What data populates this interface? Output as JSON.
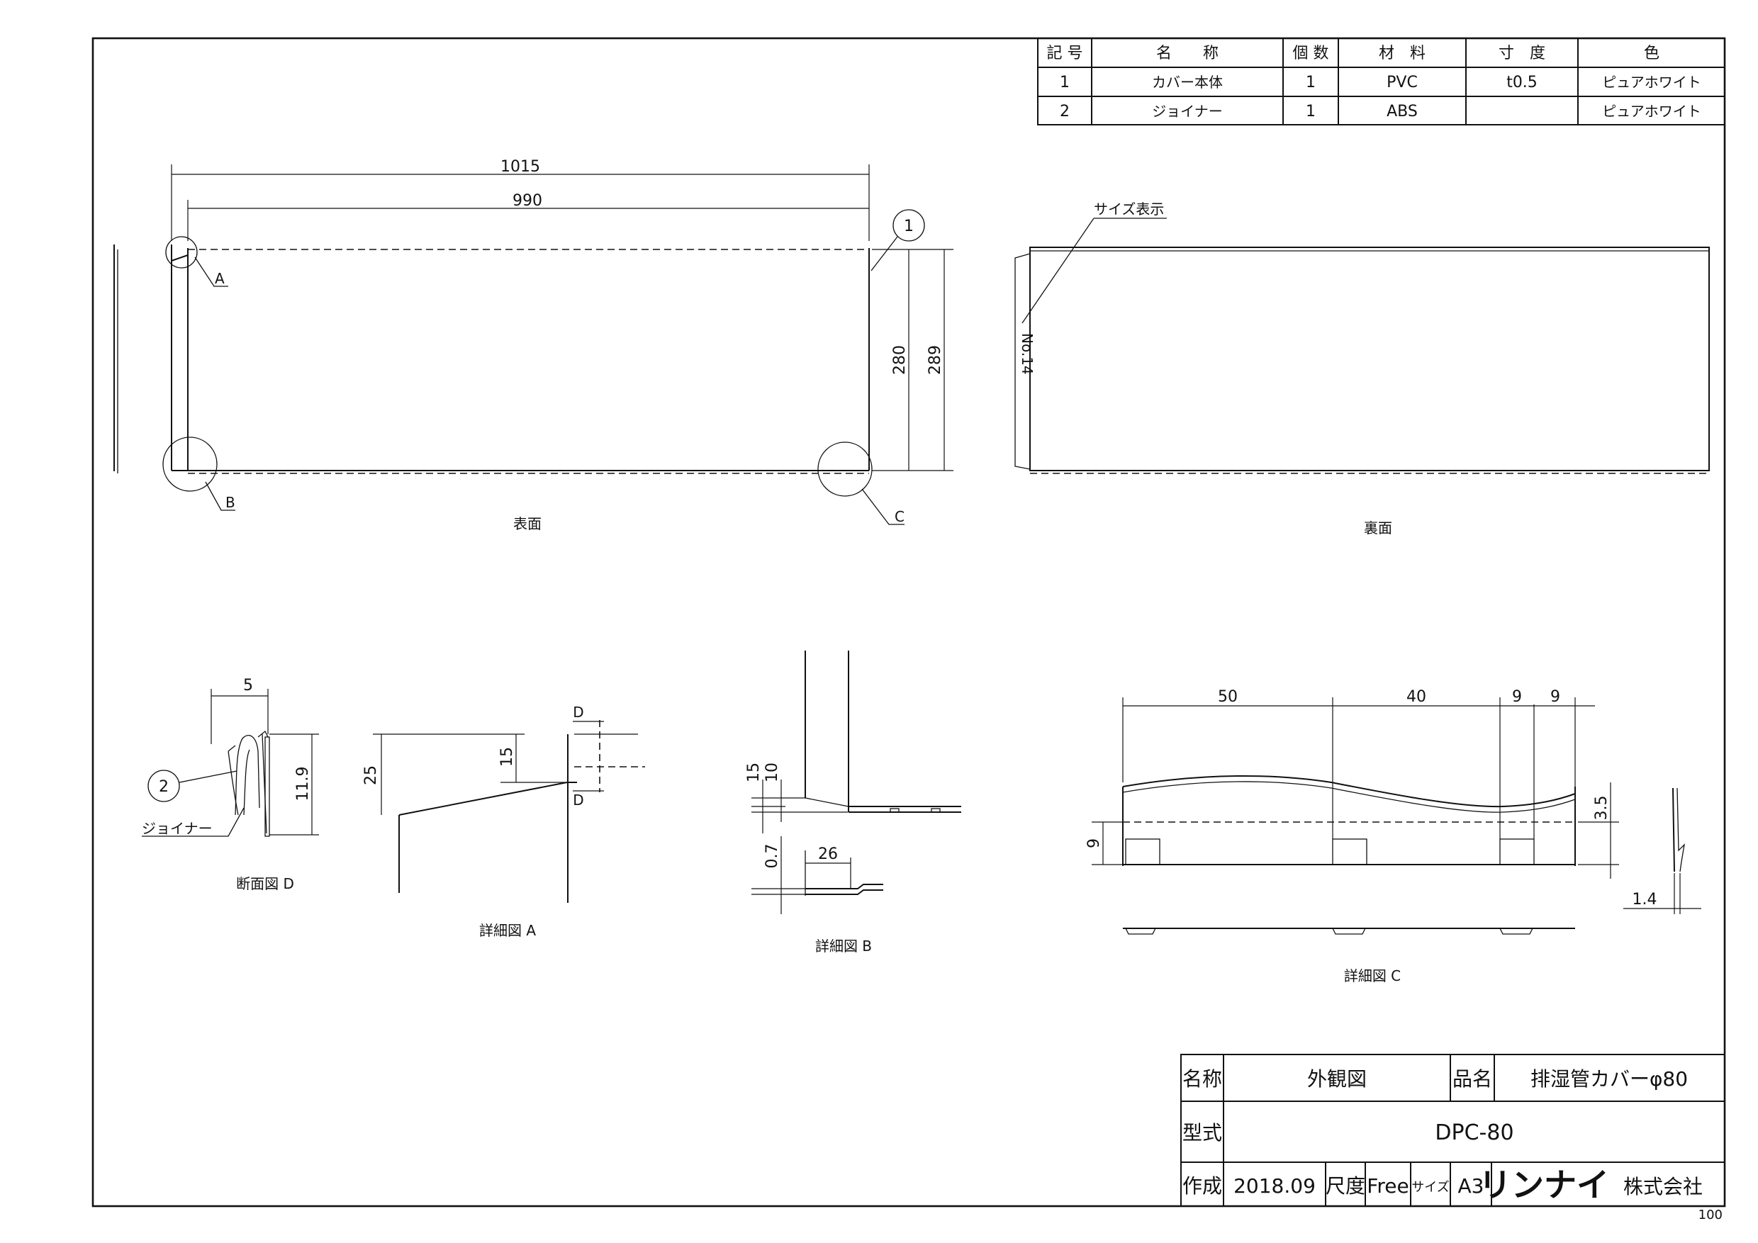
{
  "parts_table": {
    "headers": [
      "記 号",
      "名　　称",
      "個 数",
      "材　料",
      "寸　度",
      "色"
    ],
    "rows": [
      [
        "1",
        "カバー本体",
        "1",
        "PVC",
        "t0.5",
        "ピュアホワイト"
      ],
      [
        "2",
        "ジョイナー",
        "1",
        "ABS",
        "",
        "ピュアホワイト"
      ]
    ]
  },
  "front_view": {
    "label": "表面",
    "dim_total_width": "1015",
    "dim_inner_width": "990",
    "dim_inner_height": "280",
    "dim_total_height": "289",
    "balloon": "1",
    "detail_a": "A",
    "detail_b": "B",
    "detail_c": "C"
  },
  "back_view": {
    "label": "裏面",
    "callout": "サイズ表示",
    "size_mark": "No.14"
  },
  "section_d": {
    "label": "断面図 D",
    "dim_width": "5",
    "dim_height": "11.9",
    "balloon": "2",
    "joiner_label": "ジョイナー"
  },
  "detail_a": {
    "label": "詳細図 A",
    "dim_25": "25",
    "dim_15": "15",
    "cut_top": "D",
    "cut_bottom": "D"
  },
  "detail_b": {
    "label": "詳細図 B",
    "dim_15": "15",
    "dim_10": "10",
    "dim_07": "0.7",
    "dim_26": "26"
  },
  "detail_c": {
    "label": "詳細図 C",
    "dim_50": "50",
    "dim_40": "40",
    "dim_9a": "9",
    "dim_9b": "9",
    "dim_9v": "9",
    "dim_35": "3.5",
    "dim_14": "1.4"
  },
  "title_block": {
    "name_label": "名称",
    "name_value": "外観図",
    "product_label": "品名",
    "product_value": "排湿管カバーφ80",
    "model_label": "型式",
    "model_value": "DPC-80",
    "date_label": "作成",
    "date_value": "2018.09",
    "scale_label": "尺度",
    "scale_value": "Free",
    "size_label": "サイズ",
    "size_value": "A3",
    "company_logo": "リンナイ",
    "company_suffix": "株式会社"
  },
  "page_number": "100"
}
